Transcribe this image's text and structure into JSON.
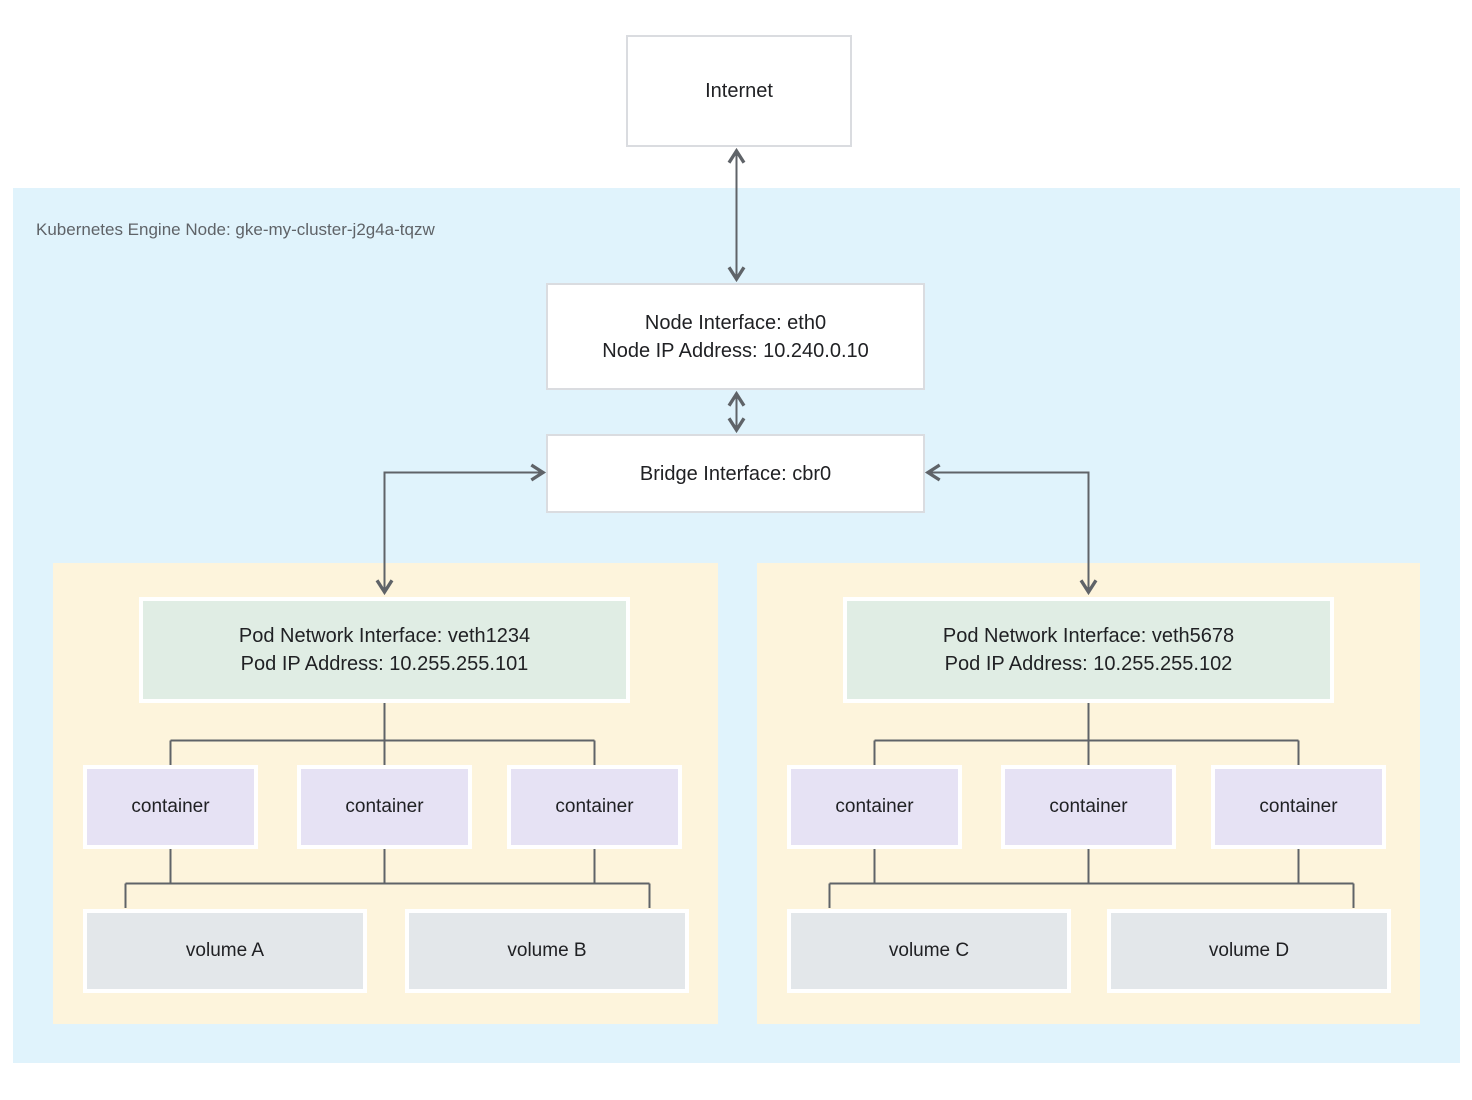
{
  "boundary": {
    "label": "Kubernetes Engine Node: gke-my-cluster-j2g4a-tqzw"
  },
  "internet": {
    "label": "Internet"
  },
  "node_interface": {
    "interface_line": "Node Interface: eth0",
    "ip_line": "Node IP Address: 10.240.0.10"
  },
  "bridge_interface": {
    "label": "Bridge Interface: cbr0"
  },
  "pods": [
    {
      "interface_line": "Pod Network Interface: veth1234",
      "ip_line": "Pod IP Address: 10.255.255.101",
      "containers": [
        "container",
        "container",
        "container"
      ],
      "volumes": [
        "volume A",
        "volume B"
      ]
    },
    {
      "interface_line": "Pod Network Interface: veth5678",
      "ip_line": "Pod IP Address: 10.255.255.102",
      "containers": [
        "container",
        "container",
        "container"
      ],
      "volumes": [
        "volume C",
        "volume D"
      ]
    }
  ],
  "colors": {
    "node_boundary_background": "#E0F3FC",
    "pod_background": "#FDF4DC",
    "pod_interface_background": "#E0EDE4",
    "container_background": "#E6E2F4",
    "volume_background": "#E3E7EA",
    "white_box_border": "#DADCE0",
    "connector": "#5F6368",
    "boundary_label_text": "#5F6368",
    "box_text": "#202124"
  }
}
